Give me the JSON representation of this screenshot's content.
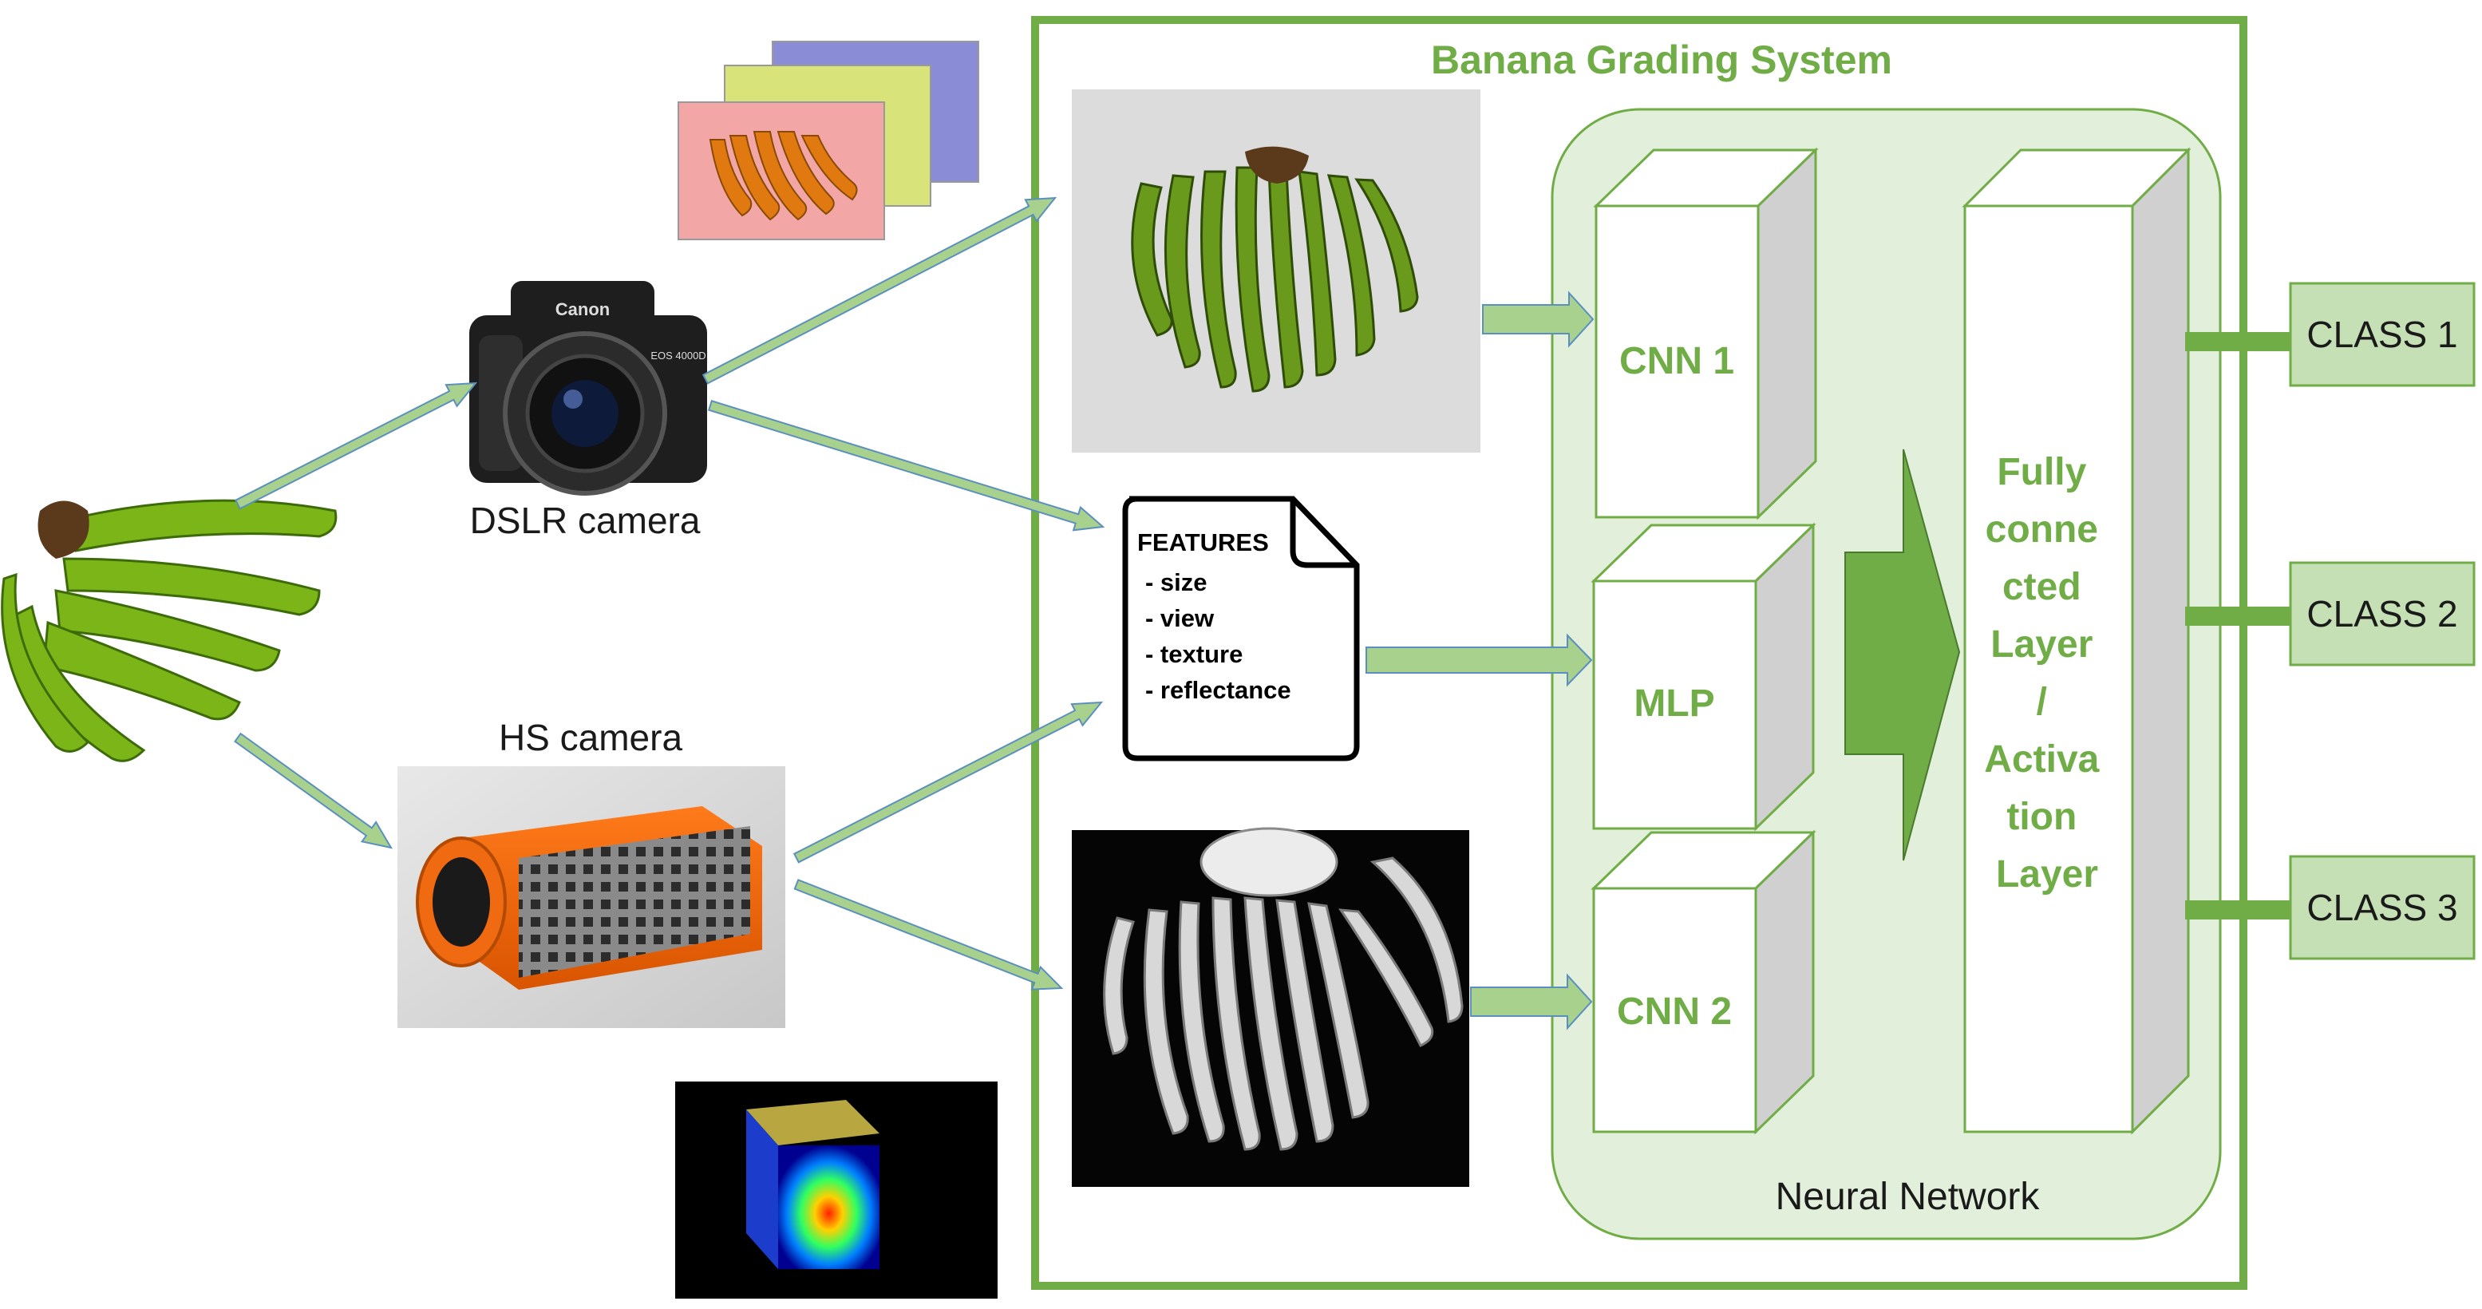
{
  "system": {
    "title": "Banana Grading System",
    "network_label": "Neural Network"
  },
  "cameras": {
    "dslr_label": "DSLR camera",
    "hs_label": "HS camera",
    "dslr_brand": "Canon",
    "dslr_model": "EOS 4000D"
  },
  "features": {
    "title": "FEATURES",
    "items": [
      "- size",
      "- view",
      "- texture",
      "- reflectance"
    ]
  },
  "blocks": {
    "cnn1": "CNN 1",
    "mlp": "MLP",
    "cnn2": "CNN 2",
    "fc_lines": [
      "Fully",
      "conne",
      "cted",
      "Layer",
      "/",
      "Activa",
      "tion",
      "Layer"
    ]
  },
  "classes": [
    "CLASS 1",
    "CLASS 2",
    "CLASS 3"
  ],
  "colors": {
    "green_border": "#70ad47",
    "green_fill": "#e2efda",
    "green_arrow": "#a9d18e",
    "class_fill": "#c5e0b4",
    "cube_side": "#d0d0d0"
  }
}
